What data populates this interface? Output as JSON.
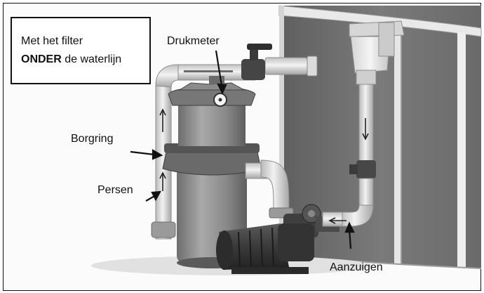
{
  "note": {
    "line1": "Met het filter",
    "line2_bold": "ONDER",
    "line2_rest": " de waterlijn"
  },
  "labels": {
    "pressure_gauge": "Drukmeter",
    "locking_ring": "Borgring",
    "pressure_side": "Persen",
    "suction_side": "Aanzuigen"
  }
}
